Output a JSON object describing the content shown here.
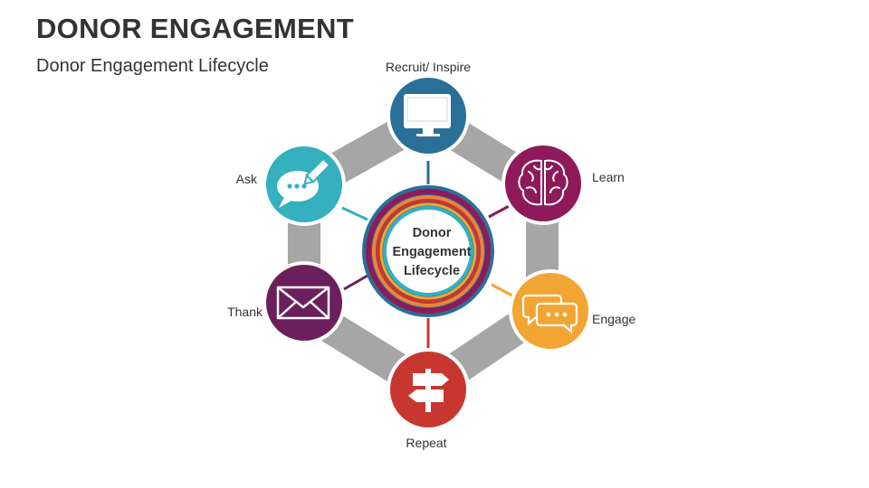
{
  "slide": {
    "title": "DONOR ENGAGEMENT",
    "subtitle": "Donor Engagement Lifecycle"
  },
  "hub": {
    "lines": [
      "Donor",
      "Engagement",
      "Lifecycle"
    ],
    "ring_colors": [
      "#2a6f97",
      "#8e1a5a",
      "#e8863a",
      "#c7372f",
      "#f2a533",
      "#2a6f97"
    ]
  },
  "stages": [
    {
      "label": "Recruit/ Inspire",
      "icon": "monitor-icon",
      "color": "#2a6f97"
    },
    {
      "label": "Learn",
      "icon": "brain-icon",
      "color": "#8e1a5a"
    },
    {
      "label": "Engage",
      "icon": "chat-bubbles-icon",
      "color": "#f2a533"
    },
    {
      "label": "Repeat",
      "icon": "signpost-icon",
      "color": "#c7372f"
    },
    {
      "label": "Thank",
      "icon": "envelope-icon",
      "color": "#6b1f5c"
    },
    {
      "label": "Ask",
      "icon": "speech-pencil-icon",
      "color": "#34b0bf"
    }
  ],
  "band_color": "#a6a6a6"
}
